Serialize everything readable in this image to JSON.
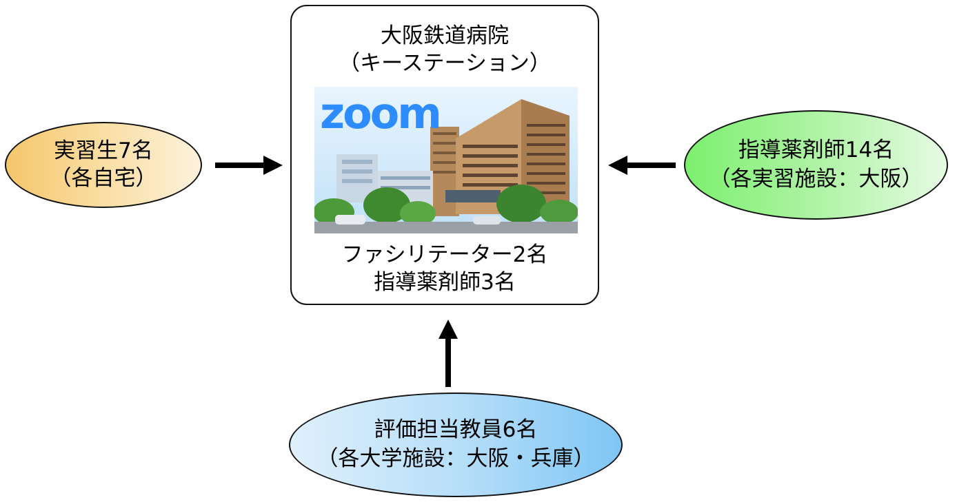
{
  "center": {
    "title": "大阪鉄道病院",
    "subtitle": "（キーステーション）",
    "logo_text": "zoom",
    "line1": "ファシリテーター2名",
    "line2": "指導薬剤師3名"
  },
  "left": {
    "line1": "実習生7名",
    "line2": "（各自宅）"
  },
  "right": {
    "line1": "指導薬剤師14名",
    "line2": "（各実習施設：大阪）"
  },
  "bottom": {
    "line1": "評価担当教員6名",
    "line2": "（各大学施設：大阪・兵庫）"
  },
  "colors": {
    "left_fill": "#f9dc9e",
    "right_fill": "#aef3a4",
    "bottom_fill": "#b8dff9",
    "zoom_blue": "#2d8cff"
  }
}
